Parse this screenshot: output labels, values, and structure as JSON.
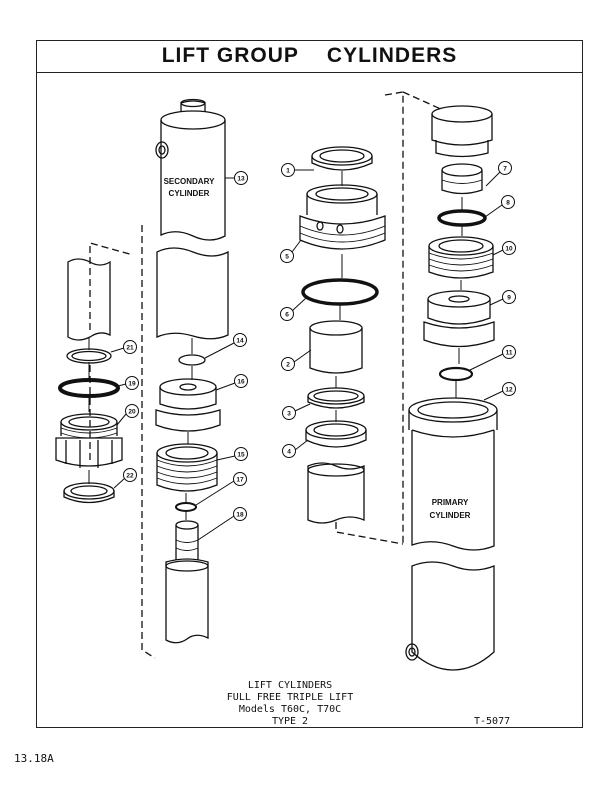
{
  "title": {
    "left": "LIFT GROUP",
    "right": "CYLINDERS"
  },
  "labels": {
    "secondary_line1": "SECONDARY",
    "secondary_line2": "CYLINDER",
    "primary_line1": "PRIMARY",
    "primary_line2": "CYLINDER"
  },
  "callouts": {
    "c1": "1",
    "c2": "2",
    "c3": "3",
    "c4": "4",
    "c5": "5",
    "c6": "6",
    "c7": "7",
    "c8": "8",
    "c9": "9",
    "c10": "10",
    "c11": "11",
    "c12": "12",
    "c13": "13",
    "c14": "14",
    "c15": "15",
    "c16": "16",
    "c17": "17",
    "c18": "18",
    "c19": "19",
    "c20": "20",
    "c21": "21",
    "c22": "22"
  },
  "caption": {
    "line1": "LIFT CYLINDERS",
    "line2": "FULL FREE TRIPLE LIFT",
    "line3": "Models T60C, T70C",
    "line4": "TYPE 2"
  },
  "drawing_number": "T-5077",
  "page_number": "13.18A"
}
